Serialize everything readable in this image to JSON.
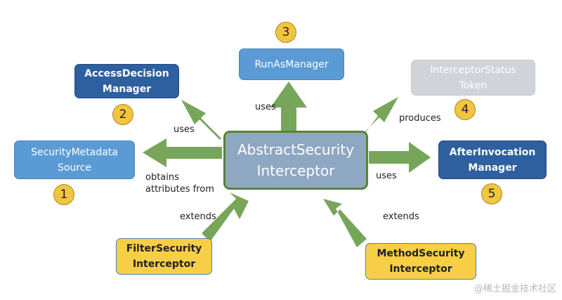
{
  "nodes": {
    "center": [
      "AbstractSecurity",
      "Interceptor"
    ],
    "run_as_manager": [
      "RunAsManager"
    ],
    "access_decision_manager": [
      "AccessDecision",
      "Manager"
    ],
    "security_metadata_source": [
      "SecurityMetadata",
      "Source"
    ],
    "interceptor_status_token": [
      "InterceptorStatus",
      "Token"
    ],
    "after_invocation_manager": [
      "AfterInvocation",
      "Manager"
    ],
    "filter_security_interceptor": [
      "FilterSecurity",
      "Interceptor"
    ],
    "method_security_interceptor": [
      "MethodSecurity",
      "Interceptor"
    ]
  },
  "badges": {
    "run_as_manager": "3",
    "access_decision_manager": "2",
    "security_metadata_source": "1",
    "interceptor_status_token": "4",
    "after_invocation_manager": "5"
  },
  "edge_labels": {
    "uses_top": "uses",
    "uses_left": "uses",
    "obtains": [
      "obtains",
      "attributes from"
    ],
    "produces": "produces",
    "uses_right": "uses",
    "extends_left": "extends",
    "extends_right": "extends"
  },
  "watermark": "@稀土掘金技术社区",
  "colors": {
    "arrow": "#77a65a",
    "center": "#8ea7c2",
    "light_blue": "#5b9bd5",
    "dark_blue": "#2e5f9e",
    "grey": "#d0d3d8",
    "yellow": "#f7cf47"
  }
}
